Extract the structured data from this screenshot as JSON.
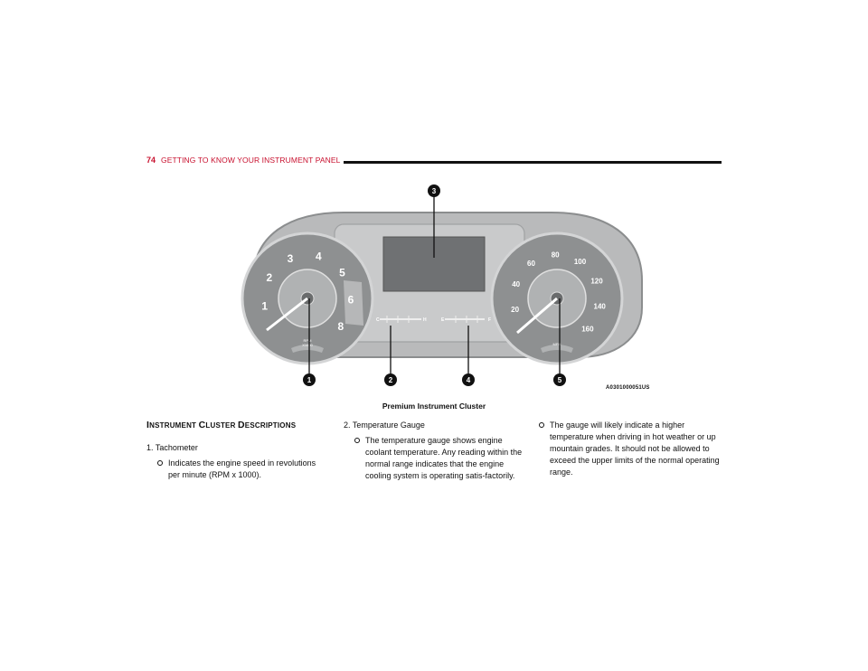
{
  "header": {
    "page_number": "74",
    "section_title": "GETTING TO KNOW YOUR INSTRUMENT PANEL"
  },
  "figure": {
    "code": "A0301000051US",
    "caption": "Premium Instrument Cluster",
    "callouts": [
      "1",
      "2",
      "3",
      "4",
      "5"
    ],
    "tach_numbers": [
      "1",
      "2",
      "3",
      "4",
      "5",
      "6",
      "8"
    ],
    "speed_numbers": [
      "20",
      "40",
      "60",
      "80",
      "100",
      "120",
      "140",
      "160"
    ],
    "temp_cold": "C",
    "temp_hot": "H",
    "fuel_empty": "E",
    "fuel_full": "F",
    "left_gauge_label_line1": "RPM",
    "left_gauge_label_line2": "X1000",
    "right_gauge_label": "MPH"
  },
  "content": {
    "heading_cap1": "I",
    "heading_rest1": "NSTRUMENT ",
    "heading_cap2": "C",
    "heading_rest2": "LUSTER ",
    "heading_cap3": "D",
    "heading_rest3": "ESCRIPTIONS",
    "item1_title": "1. Tachometer",
    "item1_bullet": "Indicates the engine speed in revolutions per minute (RPM x 1000).",
    "item2_title": "2. Temperature Gauge",
    "item2_bullet": "The temperature gauge shows engine coolant temperature. Any reading within the normal range indicates that the engine cooling system is operating satis-factorily.",
    "item2_bullet_cont": "The gauge will likely indicate a higher temperature when driving in hot weather or up mountain grades. It should not be allowed to exceed the upper limits of the normal operating range."
  },
  "colors": {
    "accent": "#c8102e",
    "cluster_body": "#b9babb",
    "gauge_face": "#8e9091",
    "screen": "#6f7173",
    "callout": "#111111"
  }
}
